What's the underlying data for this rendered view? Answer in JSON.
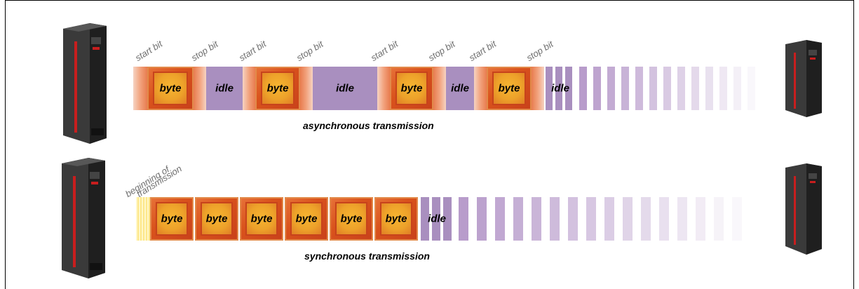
{
  "async": {
    "labels": [
      "start bit",
      "stop bit",
      "start bit",
      "stop bit",
      "start bit",
      "stop bit",
      "start bit",
      "stop bit"
    ],
    "segments": [
      "byte",
      "idle",
      "byte",
      "idle",
      "byte",
      "idle",
      "byte",
      "idle"
    ],
    "caption": "asynchronous transmission"
  },
  "sync": {
    "label_line1": "beginning of",
    "label_line2": "transmission",
    "segments": [
      "byte",
      "byte",
      "byte",
      "byte",
      "byte",
      "byte",
      "idle"
    ],
    "caption": "synchronous transmission"
  },
  "colors": {
    "byte_outer": "#d9531c",
    "byte_inner": "#eda22a",
    "idle": "#a98fbf",
    "server_body": "#2a2a2a",
    "server_accent": "#c81e1e"
  },
  "icons": [
    "server-icon"
  ]
}
